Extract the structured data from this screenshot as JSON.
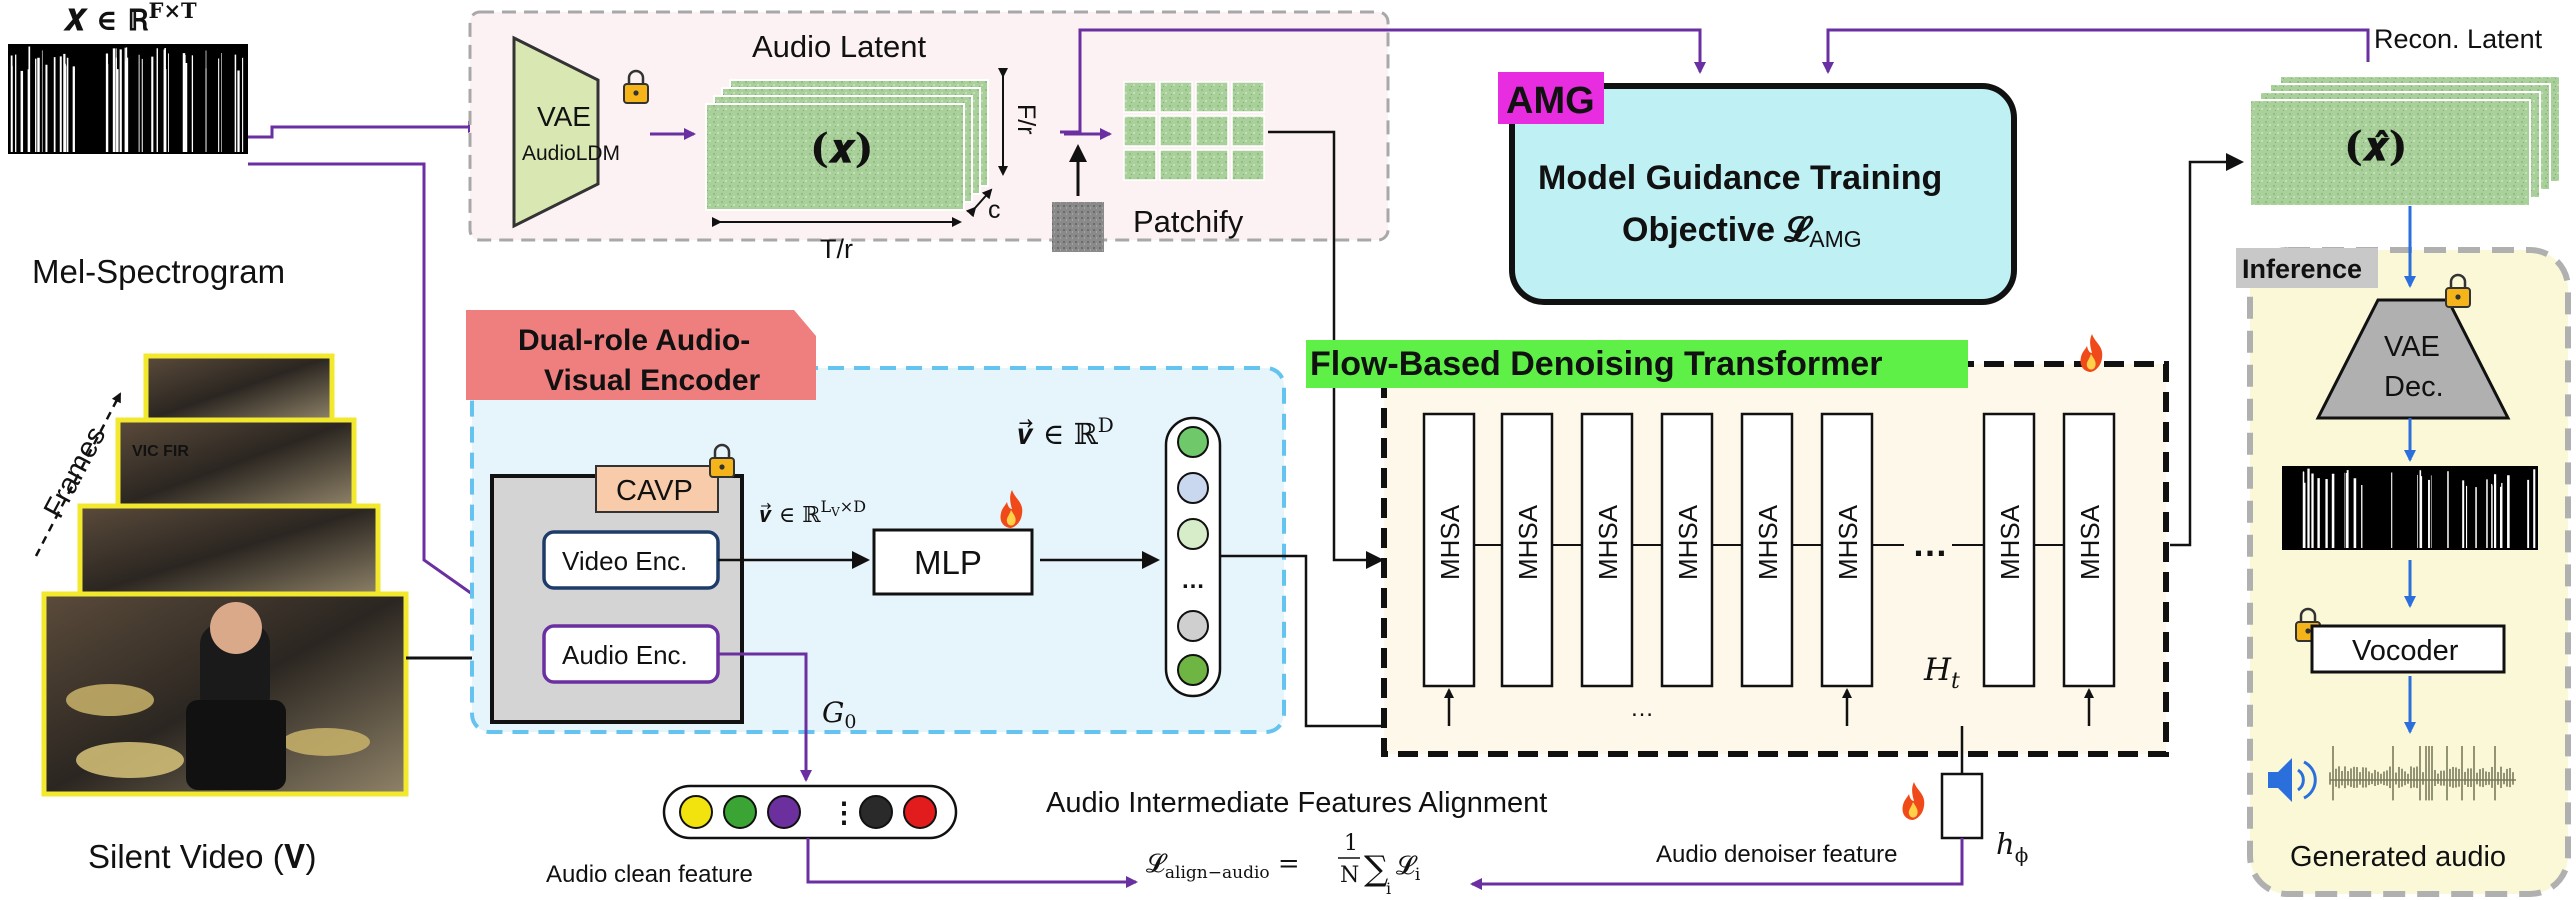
{
  "mel": {
    "formula": "𝑿 ∈ ℝ^{F×T}",
    "label": "Mel-Spectrogram"
  },
  "vae": {
    "title": "VAE",
    "sub": "AudioLDM"
  },
  "latent": {
    "title": "Audio Latent",
    "symbol": "(𝒙)",
    "dim_f": "F/r",
    "dim_t": "T/r",
    "dim_c": "c",
    "patchify": "Patchify"
  },
  "amg": {
    "badge": "AMG",
    "line1": "Model Guidance Training",
    "line2": "Objective 𝓛",
    "sub": "AMG"
  },
  "recon": {
    "label": "Recon. Latent",
    "symbol": "(𝒙̂)"
  },
  "encoder": {
    "title_line1": "Dual-role Audio-",
    "title_line2": "Visual Encoder",
    "cavp": "CAVP",
    "video_enc": "Video Enc.",
    "audio_enc": "Audio Enc.",
    "v_formula": "𝒗⃗ ∈ ℝ^{L_V×D}",
    "mlp": "MLP",
    "vec_formula": "𝒗⃗ ∈ ℝ^D",
    "vec_dots": "…",
    "g0": "G₀"
  },
  "video": {
    "frames": "Frames",
    "label": "Silent Video (𝐕)",
    "overlay_text": "VIC FIR"
  },
  "transformer": {
    "title": "Flow-Based Denoising Transformer",
    "block_label": "MHSA",
    "dots": "…",
    "bottom_dots": "…",
    "h_t": "𝐻ₜ",
    "h_phi": "ℎ_ϕ"
  },
  "alignment": {
    "title": "Audio Intermediate Features Alignment",
    "clean_label": "Audio clean feature",
    "denoiser_label": "Audio denoiser feature",
    "formula": "𝓛_align−audio = 1/N ∑ᵢ 𝓛ᵢ",
    "feature_dots": "⋮"
  },
  "inference": {
    "badge": "Inference",
    "vae_line1": "VAE",
    "vae_line2": "Dec.",
    "vocoder": "Vocoder",
    "output_label": "Generated audio"
  },
  "colors": {
    "purple_arrow": "#6a2fa0",
    "blue_arrow": "#2a6fdc",
    "amg_fill": "#bff0f4",
    "amg_badge": "#e82ce0",
    "encoder_title_fill": "#ef7f7f",
    "transformer_title_fill": "#5ff048",
    "inference_fill": "#fbf8d8",
    "cavp_fill": "#f8ccaa",
    "video_frame_border": "#f2e82e",
    "feature_colors": [
      "#f2e20e",
      "#3aa534",
      "#6c2f9e",
      "#2a2a2a",
      "#e21c1c"
    ],
    "vector_colors": [
      "#6fc86a",
      "#c9d8ee",
      "#d7ecc9",
      "#cfcfcf",
      "#6fb544"
    ]
  }
}
